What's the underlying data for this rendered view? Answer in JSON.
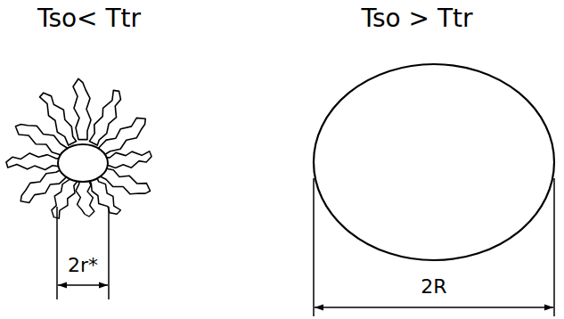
{
  "diagram": {
    "labels": [
      "Tso< Ttr",
      "Tso > Ttr",
      "2r*",
      "2R"
    ]
  }
}
